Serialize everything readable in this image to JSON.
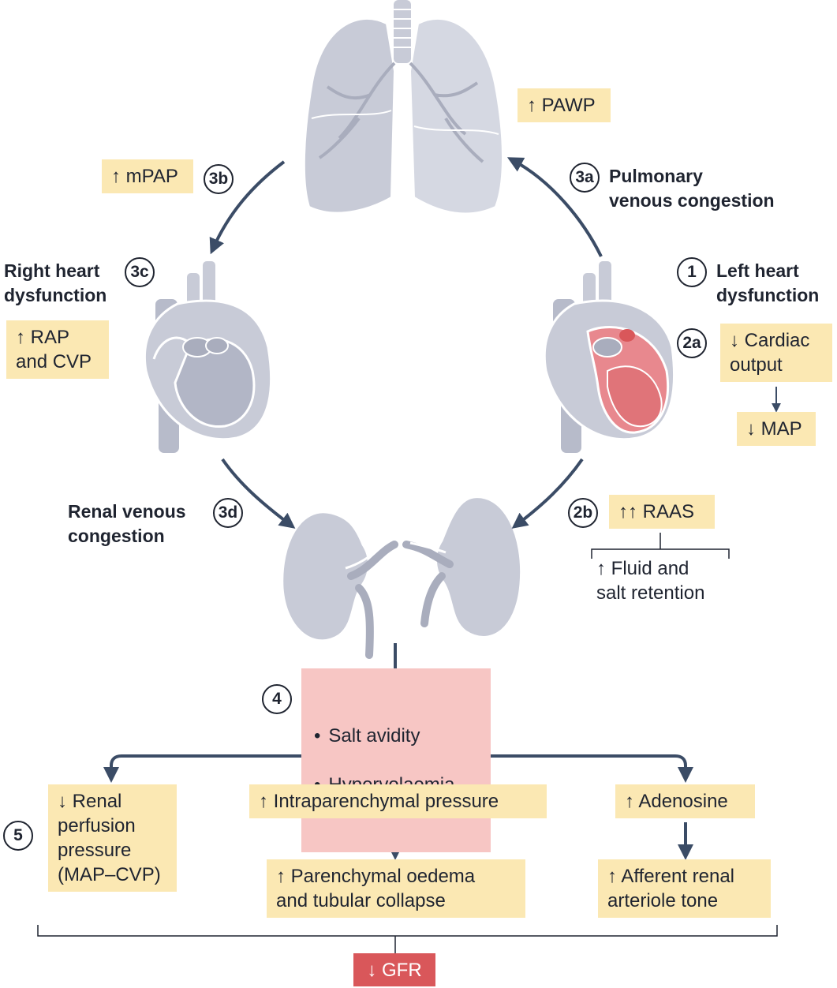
{
  "colors": {
    "arrow": "#3b4c66",
    "organ_fill": "#c8cbd7",
    "organ_dark": "#a9adbd",
    "organ_line": "#ffffff",
    "heart_highlight": "#e8888e",
    "box_yellow": "#fbe8b3",
    "box_pink": "#f7c6c4",
    "box_red": "#d9575a"
  },
  "icons": {
    "lungs": "lungs-icon",
    "right_heart": "heart-icon",
    "left_heart": "heart-icon",
    "kidneys": "kidneys-icon"
  },
  "steps": {
    "s1": {
      "badge": "1",
      "label": "Left heart\ndysfunction"
    },
    "s2a": {
      "badge": "2a",
      "box": "↓ Cardiac\noutput",
      "sub": "↓ MAP"
    },
    "s2b": {
      "badge": "2b",
      "box": "↑↑ RAAS",
      "sub": "↑ Fluid and\nsalt retention"
    },
    "s3a": {
      "badge": "3a",
      "label": "Pulmonary\nvenous congestion",
      "box": "↑ PAWP"
    },
    "s3b": {
      "badge": "3b",
      "box": "↑ mPAP"
    },
    "s3c": {
      "badge": "3c",
      "label": "Right heart\ndysfunction",
      "box": "↑ RAP\nand CVP"
    },
    "s3d": {
      "badge": "3d",
      "label": "Renal venous\ncongestion"
    },
    "s4": {
      "badge": "4",
      "items": [
        "Salt avidity",
        "Hypervolaemia"
      ]
    },
    "s5": {
      "badge": "5",
      "left": "↓ Renal\nperfusion\npressure\n(MAP–CVP)",
      "mid": "↑ Intraparenchymal pressure",
      "mid_sub": "↑ Parenchymal oedema\nand tubular collapse",
      "right": "↑ Adenosine",
      "right_sub": "↑ Afferent renal\narteriole tone"
    },
    "result": "↓ GFR"
  }
}
